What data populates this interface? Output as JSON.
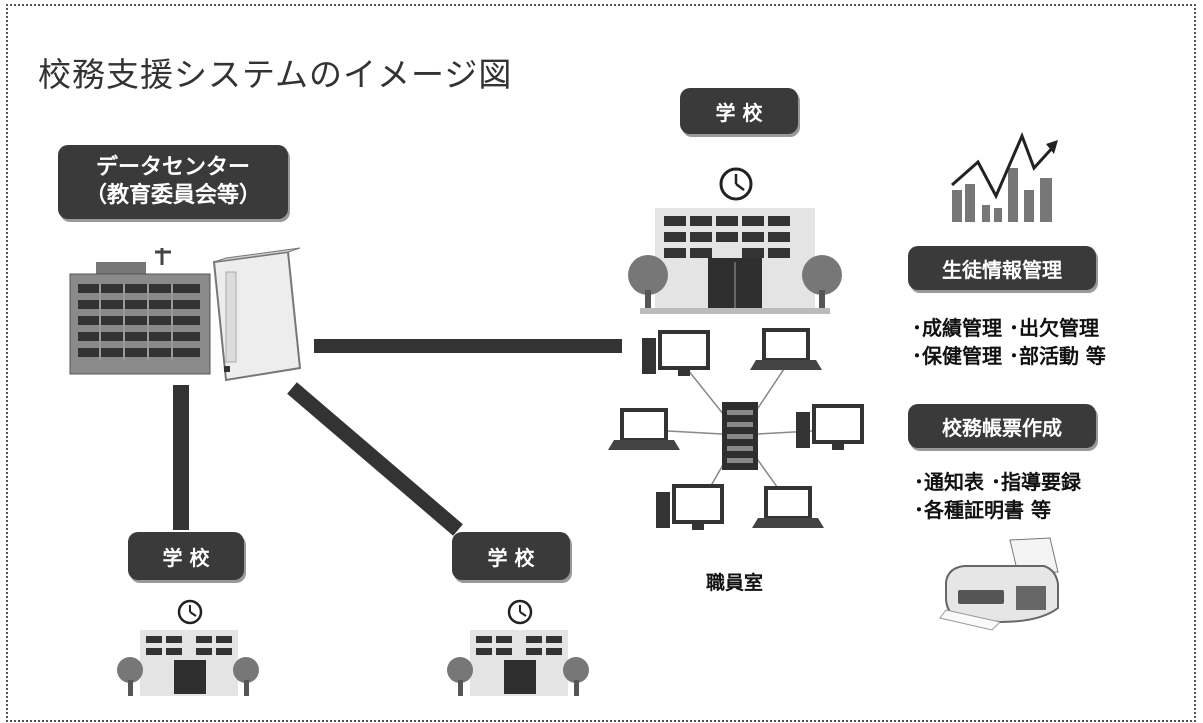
{
  "title": "校務支援システムのイメージ図",
  "data_center": {
    "line1": "データセンター",
    "line2": "（教育委員会等）"
  },
  "school_main": "学 校",
  "school_left": "学 校",
  "school_mid": "学 校",
  "staff_room": "職員室",
  "features": {
    "student": {
      "title": "生徒情報管理",
      "line1": "･成績管理 ･出欠管理",
      "line2": "･保健管理 ･部活動 等"
    },
    "forms": {
      "title": "校務帳票作成",
      "line1": "･通知表 ･指導要録",
      "line2": "･各種証明書 等"
    }
  },
  "icons": [
    "clock-icon",
    "school-building-icon",
    "server-tower-icon",
    "office-building-icon",
    "desktop-pc-icon",
    "laptop-icon",
    "network-switch-icon",
    "bar-chart-icon",
    "printer-icon",
    "tree-icon"
  ]
}
